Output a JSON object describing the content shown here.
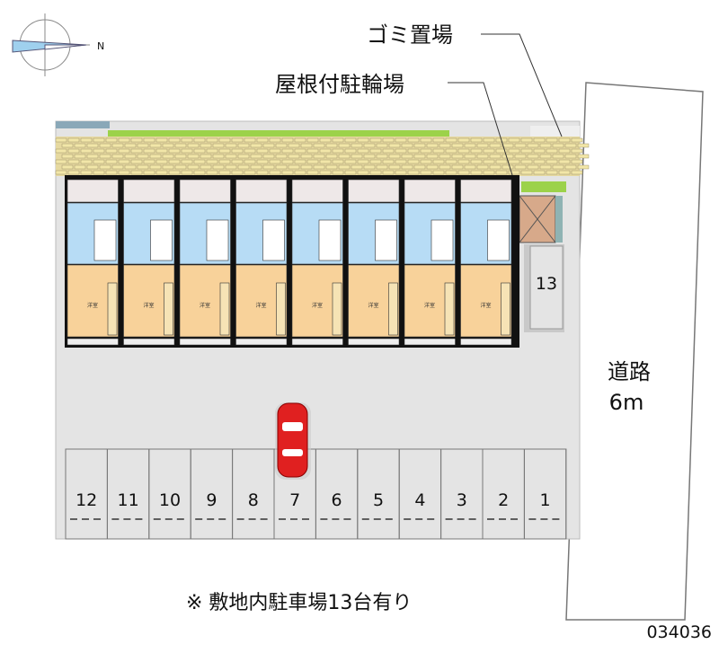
{
  "labels": {
    "garbage": "ゴミ置場",
    "bike_parking": "屋根付駐輪場",
    "road_name": "道路",
    "road_width": "6m",
    "footer_note": "※ 敷地内駐車場13台有り",
    "property_id": "034036",
    "compass_n": "N",
    "room_label": "洋室"
  },
  "parking_spaces": [
    "12",
    "11",
    "10",
    "9",
    "8",
    "7",
    "6",
    "5",
    "4",
    "3",
    "2",
    "1"
  ],
  "extra_space": "13",
  "unit_count": 8,
  "colors": {
    "lot": "#e4e4e4",
    "brick": "#e6d9a0",
    "room_orange": "#f8d29a",
    "room_blue": "#b7dcf5",
    "car": "#e02020",
    "green": "#9cd24a"
  }
}
